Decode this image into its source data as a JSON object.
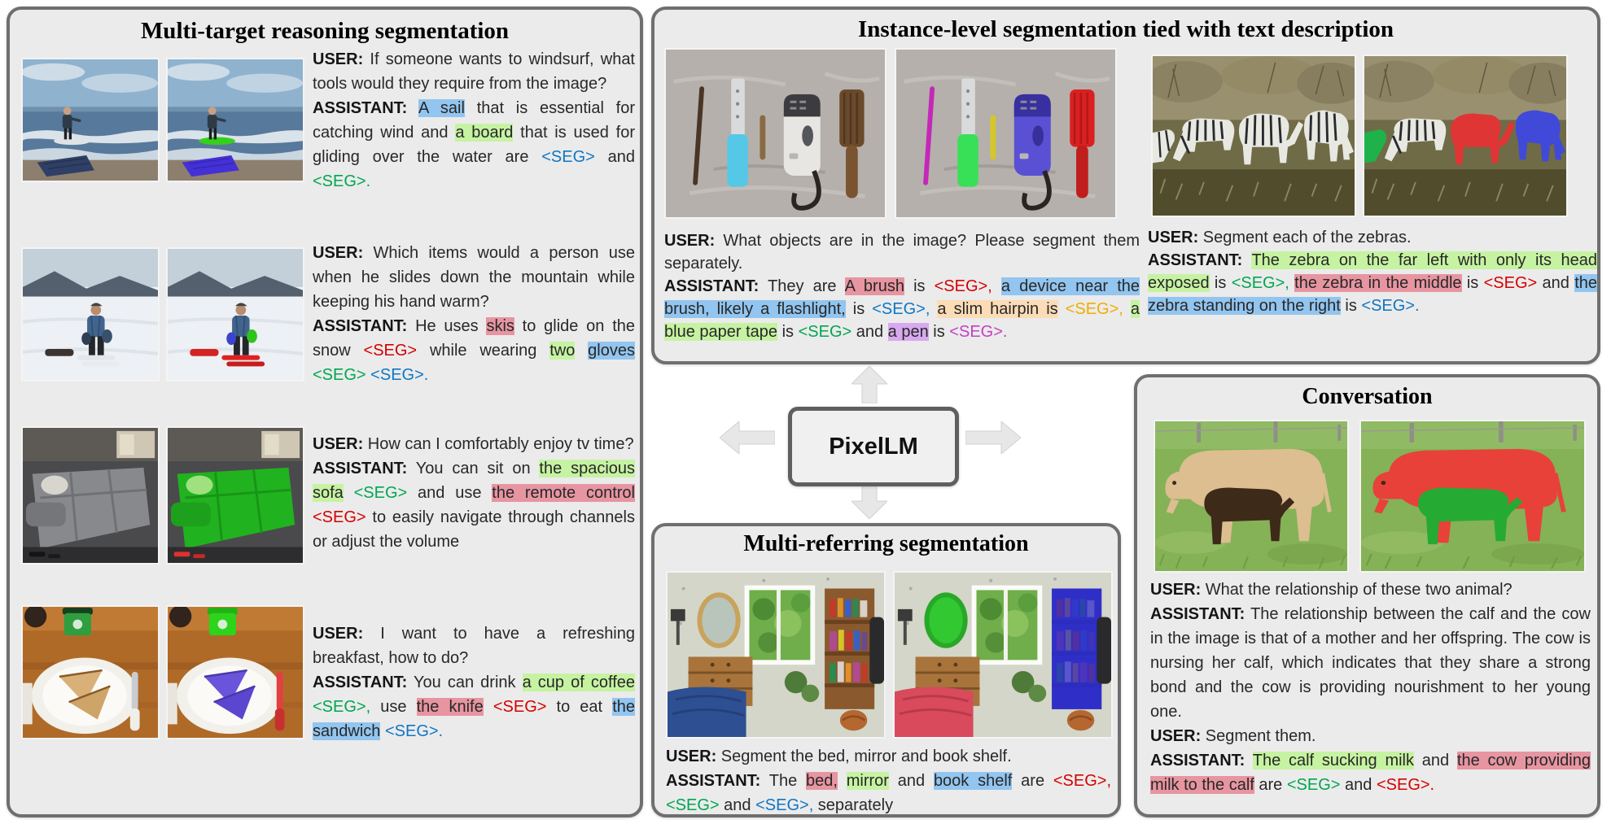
{
  "colors": {
    "panel_bg": "#ebebeb",
    "panel_border": "#6f6f6f",
    "highlight": {
      "blue": "#92c5ef",
      "green": "#c6f3a2",
      "red": "#e795a1",
      "orange": "#fbdcb6",
      "purple": "#d8a9ef"
    },
    "seg_text": {
      "blue": "#0e76c4",
      "green": "#00a651",
      "red": "#d40000",
      "yellow": "#f0ad00",
      "magenta": "#c340c3"
    }
  },
  "hub": {
    "label": "PixelLM",
    "arrows": [
      "up",
      "down",
      "left",
      "right"
    ]
  },
  "panels": {
    "multi_target": {
      "title": "Multi-target reasoning segmentation",
      "examples": [
        {
          "images": {
            "scene": "windsurfing on waves",
            "left": "original photo",
            "right": "sail segmented blue, board segmented green"
          },
          "paragraphs": [
            [
              {
                "t": "USER:",
                "b": true
              },
              {
                "t": "  If someone wants to windsurf, what tools would they require from the image?"
              }
            ],
            [
              {
                "t": "ASSISTANT:",
                "b": true
              },
              {
                "t": " "
              },
              {
                "t": "A sail",
                "hl": "blue"
              },
              {
                "t": " that is essential for catching wind and "
              },
              {
                "t": "a board",
                "hl": "green"
              },
              {
                "t": " that is used for gliding over the water are "
              },
              {
                "t": "<SEG>",
                "c": "blue"
              },
              {
                "t": " and "
              },
              {
                "t": "<SEG>.",
                "c": "green"
              }
            ]
          ]
        },
        {
          "images": {
            "scene": "person on snowy mountain",
            "left": "original photo",
            "right": "skis segmented red, gloves segmented green and blue"
          },
          "paragraphs": [
            [
              {
                "t": "USER:",
                "b": true
              },
              {
                "t": "  Which items would a person use when he slides down the mountain while keeping his hand warm?"
              }
            ],
            [
              {
                "t": "ASSISTANT:",
                "b": true
              },
              {
                "t": " He uses "
              },
              {
                "t": "skis",
                "hl": "red"
              },
              {
                "t": " to glide on the snow "
              },
              {
                "t": "<SEG>",
                "c": "red"
              },
              {
                "t": " while wearing "
              },
              {
                "t": "two",
                "hl": "green"
              },
              {
                "t": " "
              },
              {
                "t": "gloves",
                "hl": "blue"
              },
              {
                "t": " "
              },
              {
                "t": "<SEG>",
                "c": "green"
              },
              {
                "t": " "
              },
              {
                "t": "<SEG>.",
                "c": "blue"
              }
            ]
          ]
        },
        {
          "images": {
            "scene": "living room with sofa",
            "left": "original photo",
            "right": "sofa segmented green, remote control segmented red"
          },
          "paragraphs": [
            [
              {
                "t": "USER:",
                "b": true
              },
              {
                "t": "  How can I comfortably enjoy tv time?"
              }
            ],
            [
              {
                "t": "ASSISTANT:",
                "b": true
              },
              {
                "t": " You can sit on "
              },
              {
                "t": "the spacious sofa",
                "hl": "green"
              },
              {
                "t": " "
              },
              {
                "t": "<SEG>",
                "c": "green"
              },
              {
                "t": " and use "
              },
              {
                "t": "the remote control",
                "hl": "red"
              },
              {
                "t": " "
              },
              {
                "t": "<SEG>",
                "c": "red"
              },
              {
                "t": " to easily navigate through channels or adjust the volume"
              }
            ]
          ]
        },
        {
          "images": {
            "scene": "breakfast plate with sandwich and drink",
            "left": "original photo",
            "right": "cup segmented green, knife segmented red, sandwich segmented purple"
          },
          "paragraphs": [
            [
              {
                "t": "USER:",
                "b": true
              },
              {
                "t": "  I want to have a refreshing breakfast, how to do?"
              }
            ],
            [
              {
                "t": "ASSISTANT:",
                "b": true
              },
              {
                "t": " You can drink "
              },
              {
                "t": "a cup of coffee",
                "hl": "green"
              },
              {
                "t": " "
              },
              {
                "t": "<SEG>,",
                "c": "green"
              },
              {
                "t": " use "
              },
              {
                "t": "the knife",
                "hl": "red"
              },
              {
                "t": " "
              },
              {
                "t": "<SEG>",
                "c": "red"
              },
              {
                "t": " to eat "
              },
              {
                "t": "the sandwich",
                "hl": "blue"
              },
              {
                "t": " "
              },
              {
                "t": "<SEG>.",
                "c": "blue"
              }
            ]
          ]
        }
      ]
    },
    "instance_level": {
      "title": "Instance-level  segmentation tied with text description",
      "left": {
        "images": {
          "scene": "tools on gray cloth",
          "left": "original photo",
          "right": "pen magenta, tape green, hairpin yellow, flashlight blue, brush red"
        },
        "paragraphs": [
          [
            {
              "t": "USER:",
              "b": true
            },
            {
              "t": " What objects are in the image? Please segment them separately."
            }
          ],
          [
            {
              "t": "ASSISTANT:",
              "b": true
            },
            {
              "t": " They are "
            },
            {
              "t": "A brush",
              "hl": "red"
            },
            {
              "t": " is "
            },
            {
              "t": "<SEG>,",
              "c": "red"
            },
            {
              "t": " "
            },
            {
              "t": "a device near the brush, likely a flashlight,",
              "hl": "blue"
            },
            {
              "t": " is "
            },
            {
              "t": "<SEG>,",
              "c": "blue"
            },
            {
              "t": " "
            },
            {
              "t": "a slim hairpin is",
              "hl": "orange"
            },
            {
              "t": " "
            },
            {
              "t": "<SEG>,",
              "c": "yellow"
            },
            {
              "t": " "
            },
            {
              "t": "a blue paper tape",
              "hl": "green"
            },
            {
              "t": " is "
            },
            {
              "t": "<SEG>",
              "c": "green"
            },
            {
              "t": " and "
            },
            {
              "t": "a pen",
              "hl": "purple"
            },
            {
              "t": " is "
            },
            {
              "t": "<SEG>.",
              "c": "magenta"
            }
          ]
        ]
      },
      "right": {
        "images": {
          "scene": "zebras grazing on dry grassland",
          "left": "original photo",
          "right": "far-left zebra head green, middle zebra red, right zebra blue"
        },
        "paragraphs": [
          [
            {
              "t": "USER:",
              "b": true
            },
            {
              "t": " Segment each of the zebras."
            }
          ],
          [
            {
              "t": "ASSISTANT:",
              "b": true
            },
            {
              "t": " "
            },
            {
              "t": "The zebra on the far left with only its head exposed",
              "hl": "green"
            },
            {
              "t": " is "
            },
            {
              "t": "<SEG>,",
              "c": "green"
            },
            {
              "t": " "
            },
            {
              "t": "the  zebra in the middle",
              "hl": "red"
            },
            {
              "t": " is "
            },
            {
              "t": "<SEG>",
              "c": "red"
            },
            {
              "t": " and "
            },
            {
              "t": "the zebra standing on the right",
              "hl": "blue"
            },
            {
              "t": " is "
            },
            {
              "t": "<SEG>.",
              "c": "blue"
            }
          ]
        ]
      }
    },
    "multi_referring": {
      "title": "Multi-referring segmentation",
      "images": {
        "scene": "bedroom with bed, mirror, bookshelf",
        "left": "original photo",
        "right": "bed segmented red, mirror segmented green, book shelf segmented blue"
      },
      "paragraphs": [
        [
          {
            "t": "USER:",
            "b": true
          },
          {
            "t": " Segment the bed, mirror and book shelf."
          }
        ],
        [
          {
            "t": "ASSISTANT:",
            "b": true
          },
          {
            "t": " The "
          },
          {
            "t": "bed,",
            "hl": "red"
          },
          {
            "t": " "
          },
          {
            "t": "mirror",
            "hl": "green"
          },
          {
            "t": " and "
          },
          {
            "t": "book shelf",
            "hl": "blue"
          },
          {
            "t": " are "
          },
          {
            "t": "<SEG>,",
            "c": "red"
          },
          {
            "t": " "
          },
          {
            "t": "<SEG>",
            "c": "green"
          },
          {
            "t": " and "
          },
          {
            "t": "<SEG>,",
            "c": "blue"
          },
          {
            "t": " separately"
          }
        ]
      ]
    },
    "conversation": {
      "title": "Conversation",
      "images": {
        "scene": "cow nursing calf in pasture",
        "left": "original photo",
        "right": "cow segmented red, calf segmented green"
      },
      "paragraphs": [
        [
          {
            "t": "USER:",
            "b": true
          },
          {
            "t": " What the relationship of these two animal?"
          }
        ],
        [
          {
            "t": "ASSISTANT:",
            "b": true
          },
          {
            "t": " The relationship between the calf and the cow in the image is that of a mother and her offspring. The cow is nursing her calf, which indicates that they share a strong bond and the cow is providing nourishment to her young one."
          }
        ],
        [
          {
            "t": "USER:",
            "b": true
          },
          {
            "t": " Segment them."
          }
        ],
        [
          {
            "t": "ASSISTANT:",
            "b": true
          },
          {
            "t": " "
          },
          {
            "t": "The calf sucking milk",
            "hl": "green"
          },
          {
            "t": " and "
          },
          {
            "t": "the cow providing milk to the calf",
            "hl": "red"
          },
          {
            "t": " are "
          },
          {
            "t": "<SEG>",
            "c": "green"
          },
          {
            "t": " and "
          },
          {
            "t": "<SEG>.",
            "c": "red"
          }
        ]
      ]
    }
  }
}
